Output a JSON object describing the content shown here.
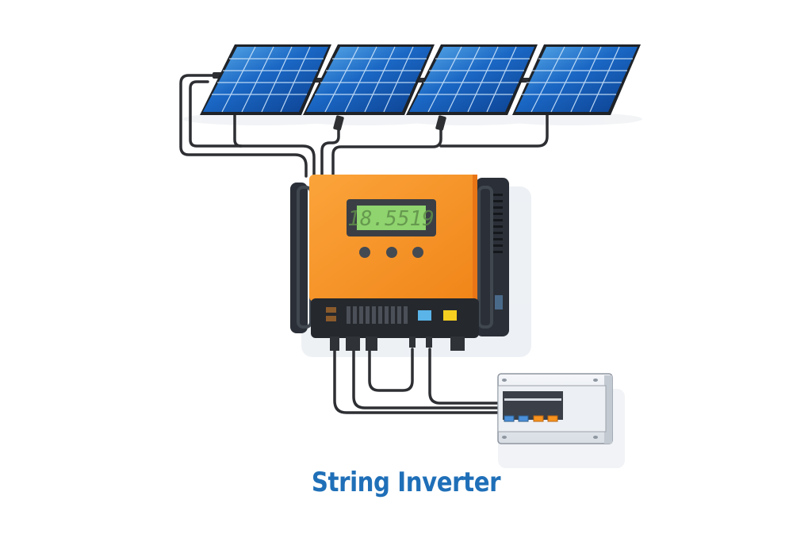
{
  "diagram": {
    "title": "String Inverter",
    "components": {
      "solar_panels": {
        "count": 4,
        "label": "solar-panel-array"
      },
      "inverter": {
        "display_value": "18.5519",
        "display_color": "#8fd46e",
        "body_color": "#f7931e",
        "buttons": 3,
        "ports": [
          "brown-terminal",
          "vent-slots",
          "blue-indicator",
          "yellow-indicator"
        ]
      },
      "distribution_box": {
        "breakers": 4,
        "breaker_colors": [
          "#4a90d9",
          "#4a90d9",
          "#f7931e",
          "#f7931e"
        ]
      }
    },
    "colors": {
      "title": "#1f6fb8",
      "panel_blue": "#1659b8",
      "cable": "#2d2f33",
      "inverter_orange": "#f7931e"
    }
  }
}
